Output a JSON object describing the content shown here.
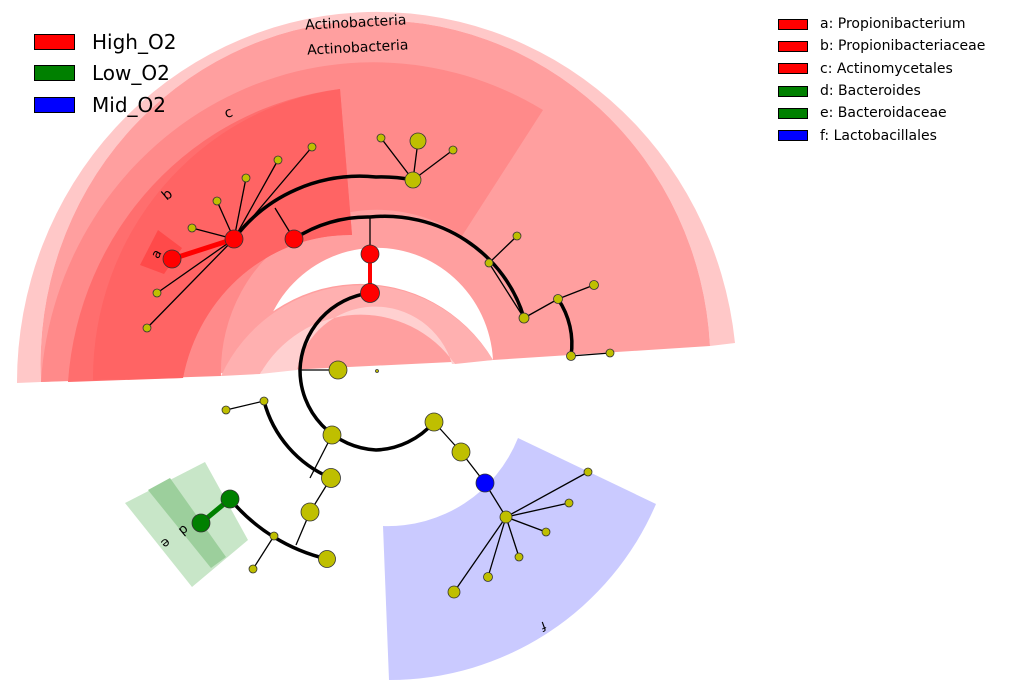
{
  "class_legend": [
    {
      "label": "High_O2",
      "color": "#ff0000"
    },
    {
      "label": "Low_O2",
      "color": "#008000"
    },
    {
      "label": "Mid_O2",
      "color": "#0000ff"
    }
  ],
  "clade_legend": [
    {
      "label": "a: Propionibacterium",
      "color": "#ff0000"
    },
    {
      "label": "b: Propionibacteriaceae",
      "color": "#ff0000"
    },
    {
      "label": "c: Actinomycetales",
      "color": "#ff0000"
    },
    {
      "label": "d: Bacteroides",
      "color": "#008000"
    },
    {
      "label": "e: Bacteroidaceae",
      "color": "#008000"
    },
    {
      "label": "f: Lactobacillales",
      "color": "#0000ff"
    }
  ],
  "ring_labels": {
    "outer": "Actinobacteria",
    "inner": "Actinobacteria"
  },
  "clade_marks": {
    "a": "a",
    "b": "b",
    "c": "c",
    "d": "d",
    "e": "e",
    "f": "f"
  },
  "colors": {
    "high": "#ff0000",
    "low": "#008000",
    "mid": "#0000ff",
    "neutral_node": "#bfbf00"
  }
}
